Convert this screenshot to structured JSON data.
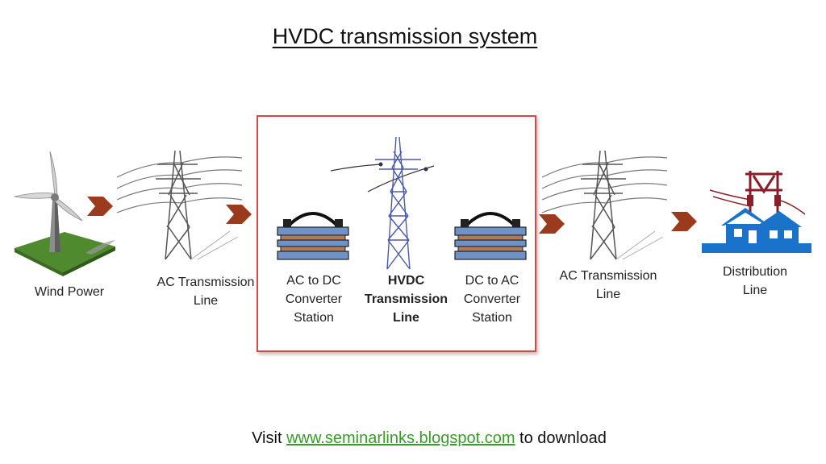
{
  "title": "HVDC transmission system",
  "labels": {
    "wind_power": "Wind Power",
    "ac_line_left_1": "AC Transmission",
    "ac_line_left_2": "Line",
    "ac_dc_1": "AC to DC",
    "ac_dc_2": "Converter",
    "ac_dc_3": "Station",
    "hvdc_1": "HVDC",
    "hvdc_2": "Transmission",
    "hvdc_3": "Line",
    "dc_ac_1": "DC to AC",
    "dc_ac_2": "Converter",
    "dc_ac_3": "Station",
    "ac_line_right_1": "AC Transmission",
    "ac_line_right_2": "Line",
    "dist_1": "Distribution",
    "dist_2": "Line"
  },
  "footer": {
    "prefix": "Visit ",
    "link": "www.seminarlinks.blogspot.com",
    "suffix": " to download"
  },
  "colors": {
    "arrow": "#9b3b1e",
    "frame": "#d04a4a",
    "converter_blue": "#6f93c8",
    "converter_brown": "#b07a5a",
    "link": "#3a9a2c",
    "house_blue": "#1a73c9",
    "substation_red": "#8a1f2a"
  },
  "icons": [
    "wind-turbine-icon",
    "transmission-tower-icon",
    "converter-station-icon",
    "hvdc-tower-icon",
    "house-icon",
    "substation-icon",
    "arrow-icon"
  ]
}
